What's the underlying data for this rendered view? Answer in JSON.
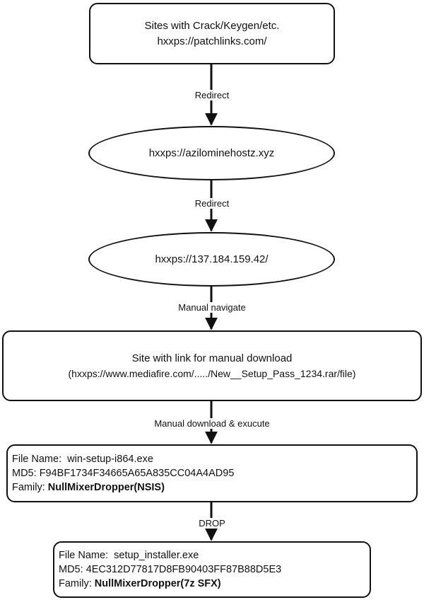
{
  "nodes": {
    "source_site": {
      "line1": "Sites with Crack/Keygen/etc.",
      "line2": "hxxps://patchlinks.com/"
    },
    "redirect_host1": {
      "text": "hxxps://azilominehostz.xyz"
    },
    "redirect_host2": {
      "text": "hxxps://137.184.159.42/"
    },
    "download_site": {
      "line1": "Site with link for manual download",
      "line2": "(hxxps://www.mediafire.com/...../New__Setup_Pass_1234.rar/file)"
    },
    "dropper1": {
      "file_name_label": "File Name:",
      "file_name": "win-setup-i864.exe",
      "md5_label": "MD5:",
      "md5": "F94BF1734F34665A65A835CC04A4AD95",
      "family_label": "Family:",
      "family": "NullMixerDropper(NSIS)"
    },
    "dropper2": {
      "file_name_label": "File Name:",
      "file_name": "setup_installer.exe",
      "md5_label": "MD5:",
      "md5": "4EC312D77817D8FB90403FF87B88D5E3",
      "family_label": "Family:",
      "family": "NullMixerDropper(7z SFX)"
    }
  },
  "edges": {
    "e1": "Redirect",
    "e2": "Redirect",
    "e3": "Manual navigate",
    "e4": "Manual download & exucute",
    "e5": "DROP"
  }
}
